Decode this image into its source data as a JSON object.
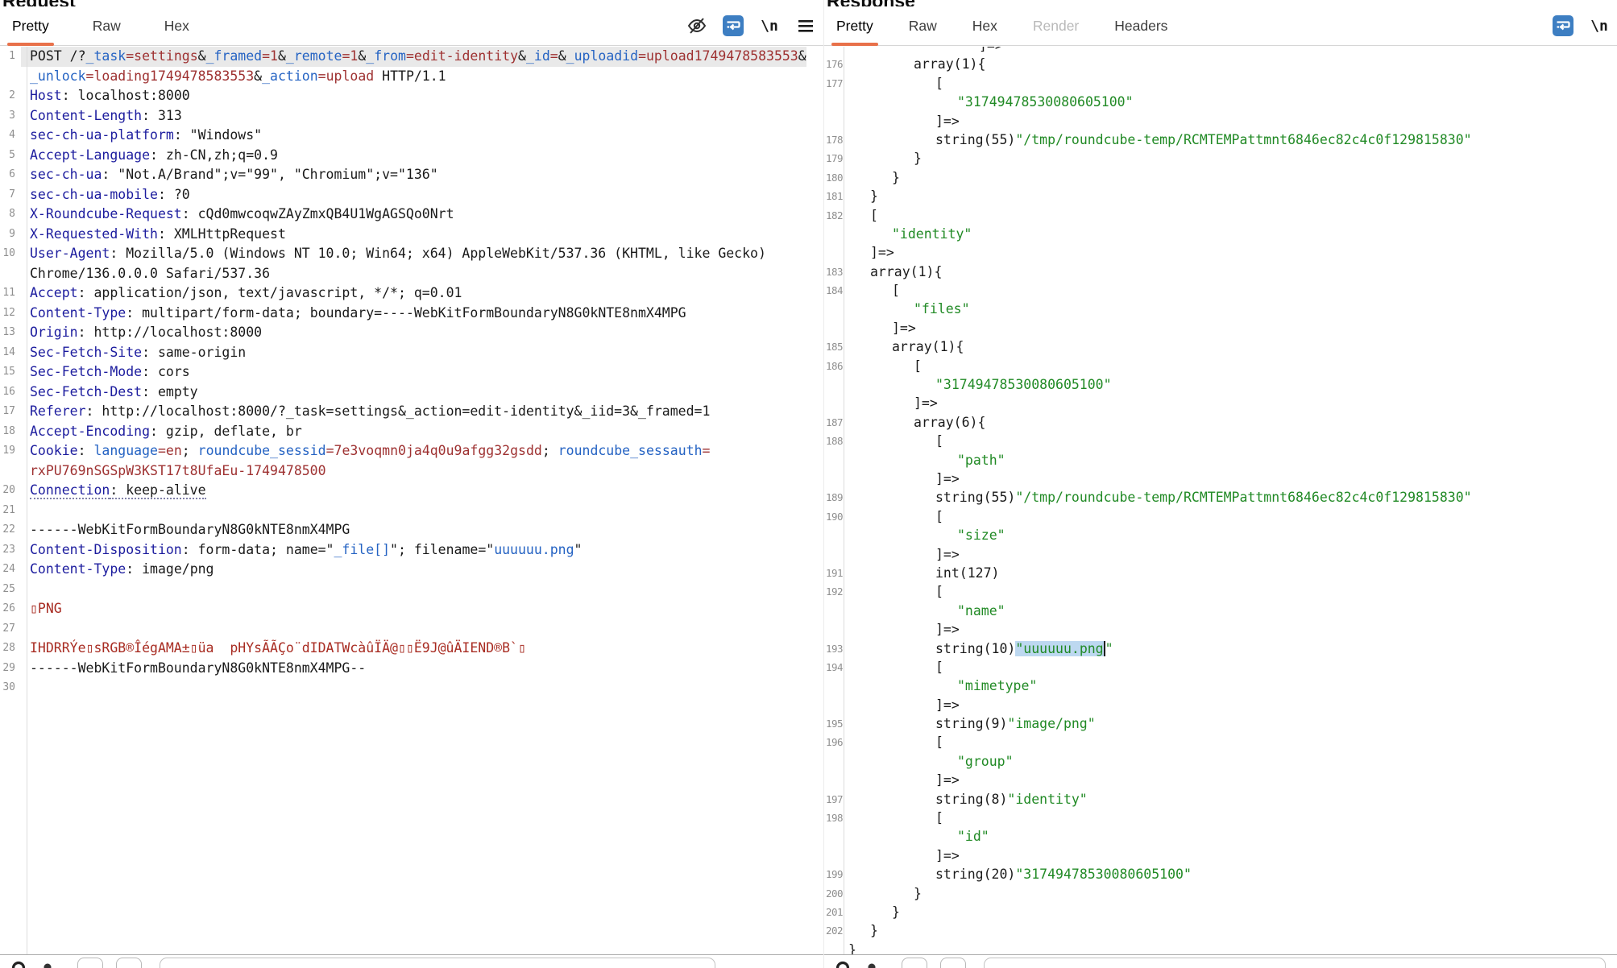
{
  "request_panel": {
    "title": "Request",
    "tabs": [
      {
        "label": "Pretty",
        "state": "active"
      },
      {
        "label": "Raw",
        "state": "normal"
      },
      {
        "label": "Hex",
        "state": "normal"
      }
    ],
    "toolbar_icons": [
      "hide-eye-icon",
      "wrap-lines-icon",
      "newline-icon",
      "menu-icon"
    ],
    "newline_icon_label": "\\n",
    "lines": [
      {
        "n": "1",
        "bg": true,
        "tok": [
          [
            "p",
            "POST /?"
          ],
          [
            "n",
            "_task"
          ],
          [
            "v",
            "=settings"
          ],
          [
            "p",
            "&"
          ],
          [
            "n",
            "_framed"
          ],
          [
            "v",
            "=1"
          ],
          [
            "p",
            "&"
          ],
          [
            "n",
            "_remote"
          ],
          [
            "v",
            "=1"
          ],
          [
            "p",
            "&"
          ],
          [
            "n",
            "_from"
          ],
          [
            "v",
            "=edit-identity"
          ],
          [
            "p",
            "&"
          ],
          [
            "n",
            "_id"
          ],
          [
            "v",
            "="
          ],
          [
            "p",
            "&"
          ],
          [
            "n",
            "_uploadid"
          ],
          [
            "v",
            "=upload1749478583553"
          ],
          [
            "p",
            "&"
          ]
        ]
      },
      {
        "n": "",
        "tok": [
          [
            "n",
            "_unlock"
          ],
          [
            "v",
            "=loading1749478583553"
          ],
          [
            "p",
            "&"
          ],
          [
            "n",
            "_action"
          ],
          [
            "v",
            "=upload"
          ],
          [
            "p",
            " HTTP/1.1"
          ]
        ]
      },
      {
        "n": "2",
        "tok": [
          [
            "h",
            "Host"
          ],
          [
            "p",
            ": localhost:8000"
          ]
        ]
      },
      {
        "n": "3",
        "tok": [
          [
            "h",
            "Content-Length"
          ],
          [
            "p",
            ": 313"
          ]
        ]
      },
      {
        "n": "4",
        "tok": [
          [
            "h",
            "sec-ch-ua-platform"
          ],
          [
            "p",
            ": \"Windows\""
          ]
        ]
      },
      {
        "n": "5",
        "tok": [
          [
            "h",
            "Accept-Language"
          ],
          [
            "p",
            ": zh-CN,zh;q=0.9"
          ]
        ]
      },
      {
        "n": "6",
        "tok": [
          [
            "h",
            "sec-ch-ua"
          ],
          [
            "p",
            ": \"Not.A/Brand\";v=\"99\", \"Chromium\";v=\"136\""
          ]
        ]
      },
      {
        "n": "7",
        "tok": [
          [
            "h",
            "sec-ch-ua-mobile"
          ],
          [
            "p",
            ": ?0"
          ]
        ]
      },
      {
        "n": "8",
        "tok": [
          [
            "h",
            "X-Roundcube-Request"
          ],
          [
            "p",
            ": cQd0mwcoqwZAyZmxQB4U1WgAGSQo0Nrt"
          ]
        ]
      },
      {
        "n": "9",
        "tok": [
          [
            "h",
            "X-Requested-With"
          ],
          [
            "p",
            ": XMLHttpRequest"
          ]
        ]
      },
      {
        "n": "10",
        "tok": [
          [
            "h",
            "User-Agent"
          ],
          [
            "p",
            ": Mozilla/5.0 (Windows NT 10.0; Win64; x64) AppleWebKit/537.36 (KHTML, like Gecko)"
          ]
        ]
      },
      {
        "n": "",
        "tok": [
          [
            "p",
            "Chrome/136.0.0.0 Safari/537.36"
          ]
        ]
      },
      {
        "n": "11",
        "tok": [
          [
            "h",
            "Accept"
          ],
          [
            "p",
            ": application/json, text/javascript, */*; q=0.01"
          ]
        ]
      },
      {
        "n": "12",
        "tok": [
          [
            "h",
            "Content-Type"
          ],
          [
            "p",
            ": multipart/form-data; boundary=----WebKitFormBoundaryN8G0kNTE8nmX4MPG"
          ]
        ]
      },
      {
        "n": "13",
        "tok": [
          [
            "h",
            "Origin"
          ],
          [
            "p",
            ": http://localhost:8000"
          ]
        ]
      },
      {
        "n": "14",
        "tok": [
          [
            "h",
            "Sec-Fetch-Site"
          ],
          [
            "p",
            ": same-origin"
          ]
        ]
      },
      {
        "n": "15",
        "tok": [
          [
            "h",
            "Sec-Fetch-Mode"
          ],
          [
            "p",
            ": cors"
          ]
        ]
      },
      {
        "n": "16",
        "tok": [
          [
            "h",
            "Sec-Fetch-Dest"
          ],
          [
            "p",
            ": empty"
          ]
        ]
      },
      {
        "n": "17",
        "tok": [
          [
            "h",
            "Referer"
          ],
          [
            "p",
            ": http://localhost:8000/?_task=settings&_action=edit-identity&_iid=3&_framed=1"
          ]
        ]
      },
      {
        "n": "18",
        "tok": [
          [
            "h",
            "Accept-Encoding"
          ],
          [
            "p",
            ": gzip, deflate, br"
          ]
        ]
      },
      {
        "n": "19",
        "tok": [
          [
            "h",
            "Cookie"
          ],
          [
            "p",
            ": "
          ],
          [
            "n",
            "language"
          ],
          [
            "v",
            "=en"
          ],
          [
            "p",
            "; "
          ],
          [
            "n",
            "roundcube_sessid"
          ],
          [
            "v",
            "=7e3voqmn0ja4q0u9afgg32gsdd"
          ],
          [
            "p",
            "; "
          ],
          [
            "n",
            "roundcube_sessauth"
          ],
          [
            "v",
            "="
          ]
        ]
      },
      {
        "n": "",
        "tok": [
          [
            "v",
            "rxPU769nSGSpW3KST17t8UfaEu-1749478500"
          ]
        ]
      },
      {
        "n": "20",
        "tok": [
          [
            "h u",
            "Connection"
          ],
          [
            "p u",
            ": keep-alive"
          ]
        ]
      },
      {
        "n": "21",
        "tok": []
      },
      {
        "n": "22",
        "tok": [
          [
            "p",
            "------WebKitFormBoundaryN8G0kNTE8nmX4MPG"
          ]
        ]
      },
      {
        "n": "23",
        "tok": [
          [
            "h",
            "Content-Disposition"
          ],
          [
            "p",
            ": form-data; name=\""
          ],
          [
            "n",
            "_file[]"
          ],
          [
            "p",
            "\"; filename=\""
          ],
          [
            "n",
            "uuuuuu.png"
          ],
          [
            "p",
            "\""
          ]
        ]
      },
      {
        "n": "24",
        "tok": [
          [
            "h",
            "Content-Type"
          ],
          [
            "p",
            ": image/png"
          ]
        ]
      },
      {
        "n": "25",
        "tok": []
      },
      {
        "n": "26",
        "tok": [
          [
            "r",
            "▯PNG"
          ]
        ]
      },
      {
        "n": "27",
        "tok": []
      },
      {
        "n": "28",
        "tok": [
          [
            "r",
            "IHDRRÝe▯sRGB®ÎégAMA±▯üa  pHYsÃÃÇo¨dIDATWcàûÏÄ@▯▯Ë9J@ûÄIEND®B`▯"
          ]
        ]
      },
      {
        "n": "29",
        "tok": [
          [
            "p",
            "------WebKitFormBoundaryN8G0kNTE8nmX4MPG--"
          ]
        ]
      },
      {
        "n": "30",
        "tok": []
      }
    ]
  },
  "response_panel": {
    "title": "Response",
    "tabs": [
      {
        "label": "Pretty",
        "state": "active"
      },
      {
        "label": "Raw",
        "state": "normal"
      },
      {
        "label": "Hex",
        "state": "normal"
      },
      {
        "label": "Render",
        "state": "disabled"
      },
      {
        "label": "Headers",
        "state": "normal"
      }
    ],
    "toolbar_icons": [
      "wrap-lines-icon",
      "newline-icon"
    ],
    "lines": [
      {
        "n": "",
        "ind": 6,
        "tok": [
          [
            "p",
            "]=>"
          ]
        ]
      },
      {
        "n": "176",
        "ind": 3,
        "tok": [
          [
            "p",
            "array(1){"
          ]
        ]
      },
      {
        "n": "177",
        "ind": 4,
        "tok": [
          [
            "p",
            "["
          ]
        ]
      },
      {
        "n": "",
        "ind": 5,
        "tok": [
          [
            "g",
            "\"31749478530080605100\""
          ]
        ]
      },
      {
        "n": "",
        "ind": 4,
        "tok": [
          [
            "p",
            "]=>"
          ]
        ]
      },
      {
        "n": "178",
        "ind": 4,
        "tok": [
          [
            "p",
            "string(55)"
          ],
          [
            "g",
            "\"/tmp/roundcube-temp/RCMTEMPattmnt6846ec82c4c0f129815830\""
          ]
        ]
      },
      {
        "n": "179",
        "ind": 3,
        "tok": [
          [
            "p",
            "}"
          ]
        ]
      },
      {
        "n": "180",
        "ind": 2,
        "tok": [
          [
            "p",
            "}"
          ]
        ]
      },
      {
        "n": "181",
        "ind": 1,
        "tok": [
          [
            "p",
            "}"
          ]
        ]
      },
      {
        "n": "182",
        "ind": 1,
        "tok": [
          [
            "p",
            "["
          ]
        ]
      },
      {
        "n": "",
        "ind": 2,
        "tok": [
          [
            "g",
            "\"identity\""
          ]
        ]
      },
      {
        "n": "",
        "ind": 1,
        "tok": [
          [
            "p",
            "]=>"
          ]
        ]
      },
      {
        "n": "183",
        "ind": 1,
        "tok": [
          [
            "p",
            "array(1){"
          ]
        ]
      },
      {
        "n": "184",
        "ind": 2,
        "tok": [
          [
            "p",
            "["
          ]
        ]
      },
      {
        "n": "",
        "ind": 3,
        "tok": [
          [
            "g",
            "\"files\""
          ]
        ]
      },
      {
        "n": "",
        "ind": 2,
        "tok": [
          [
            "p",
            "]=>"
          ]
        ]
      },
      {
        "n": "185",
        "ind": 2,
        "tok": [
          [
            "p",
            "array(1){"
          ]
        ]
      },
      {
        "n": "186",
        "ind": 3,
        "tok": [
          [
            "p",
            "["
          ]
        ]
      },
      {
        "n": "",
        "ind": 4,
        "tok": [
          [
            "g",
            "\"31749478530080605100\""
          ]
        ]
      },
      {
        "n": "",
        "ind": 3,
        "tok": [
          [
            "p",
            "]=>"
          ]
        ]
      },
      {
        "n": "187",
        "ind": 3,
        "tok": [
          [
            "p",
            "array(6){"
          ]
        ]
      },
      {
        "n": "188",
        "ind": 4,
        "tok": [
          [
            "p",
            "["
          ]
        ]
      },
      {
        "n": "",
        "ind": 5,
        "tok": [
          [
            "g",
            "\"path\""
          ]
        ]
      },
      {
        "n": "",
        "ind": 4,
        "tok": [
          [
            "p",
            "]=>"
          ]
        ]
      },
      {
        "n": "189",
        "ind": 4,
        "tok": [
          [
            "p",
            "string(55)"
          ],
          [
            "g",
            "\"/tmp/roundcube-temp/RCMTEMPattmnt6846ec82c4c0f129815830\""
          ]
        ]
      },
      {
        "n": "190",
        "ind": 4,
        "tok": [
          [
            "p",
            "["
          ]
        ]
      },
      {
        "n": "",
        "ind": 5,
        "tok": [
          [
            "g",
            "\"size\""
          ]
        ]
      },
      {
        "n": "",
        "ind": 4,
        "tok": [
          [
            "p",
            "]=>"
          ]
        ]
      },
      {
        "n": "191",
        "ind": 4,
        "tok": [
          [
            "p",
            "int(127)"
          ]
        ]
      },
      {
        "n": "192",
        "ind": 4,
        "tok": [
          [
            "p",
            "["
          ]
        ]
      },
      {
        "n": "",
        "ind": 5,
        "tok": [
          [
            "g",
            "\"name\""
          ]
        ]
      },
      {
        "n": "",
        "ind": 4,
        "tok": [
          [
            "p",
            "]=>"
          ]
        ]
      },
      {
        "n": "193",
        "ind": 4,
        "tok": [
          [
            "p",
            "string(10)"
          ],
          [
            "gs",
            "\"uuuuuu.png"
          ],
          [
            "g",
            "\""
          ]
        ]
      },
      {
        "n": "194",
        "ind": 4,
        "tok": [
          [
            "p",
            "["
          ]
        ]
      },
      {
        "n": "",
        "ind": 5,
        "tok": [
          [
            "g",
            "\"mimetype\""
          ]
        ]
      },
      {
        "n": "",
        "ind": 4,
        "tok": [
          [
            "p",
            "]=>"
          ]
        ]
      },
      {
        "n": "195",
        "ind": 4,
        "tok": [
          [
            "p",
            "string(9)"
          ],
          [
            "g",
            "\"image/png\""
          ]
        ]
      },
      {
        "n": "196",
        "ind": 4,
        "tok": [
          [
            "p",
            "["
          ]
        ]
      },
      {
        "n": "",
        "ind": 5,
        "tok": [
          [
            "g",
            "\"group\""
          ]
        ]
      },
      {
        "n": "",
        "ind": 4,
        "tok": [
          [
            "p",
            "]=>"
          ]
        ]
      },
      {
        "n": "197",
        "ind": 4,
        "tok": [
          [
            "p",
            "string(8)"
          ],
          [
            "g",
            "\"identity\""
          ]
        ]
      },
      {
        "n": "198",
        "ind": 4,
        "tok": [
          [
            "p",
            "["
          ]
        ]
      },
      {
        "n": "",
        "ind": 5,
        "tok": [
          [
            "g",
            "\"id\""
          ]
        ]
      },
      {
        "n": "",
        "ind": 4,
        "tok": [
          [
            "p",
            "]=>"
          ]
        ]
      },
      {
        "n": "199",
        "ind": 4,
        "tok": [
          [
            "p",
            "string(20)"
          ],
          [
            "g",
            "\"31749478530080605100\""
          ]
        ]
      },
      {
        "n": "200",
        "ind": 3,
        "tok": [
          [
            "p",
            "}"
          ]
        ]
      },
      {
        "n": "201",
        "ind": 2,
        "tok": [
          [
            "p",
            "}"
          ]
        ]
      },
      {
        "n": "202",
        "ind": 1,
        "tok": [
          [
            "p",
            "}"
          ]
        ]
      },
      {
        "n": "",
        "ind": 0,
        "tok": [
          [
            "p",
            "}"
          ]
        ]
      }
    ]
  },
  "footer": {
    "left_icons": [
      "search-icon",
      "search-options-icon"
    ],
    "right_icons": [
      "search-icon",
      "search-options-icon"
    ],
    "search_value": ""
  },
  "colors": {
    "accent_orange": "#e8714a",
    "header_name": "#1c1c9e",
    "param_name": "#2563c3",
    "param_value": "#9e3131",
    "string_green": "#218a25",
    "binary_red": "#a82c22",
    "selection_gray": "#e9e9e9",
    "selection_blue": "#bdd8f0",
    "wrap_icon_blue": "#3d7ec2"
  }
}
